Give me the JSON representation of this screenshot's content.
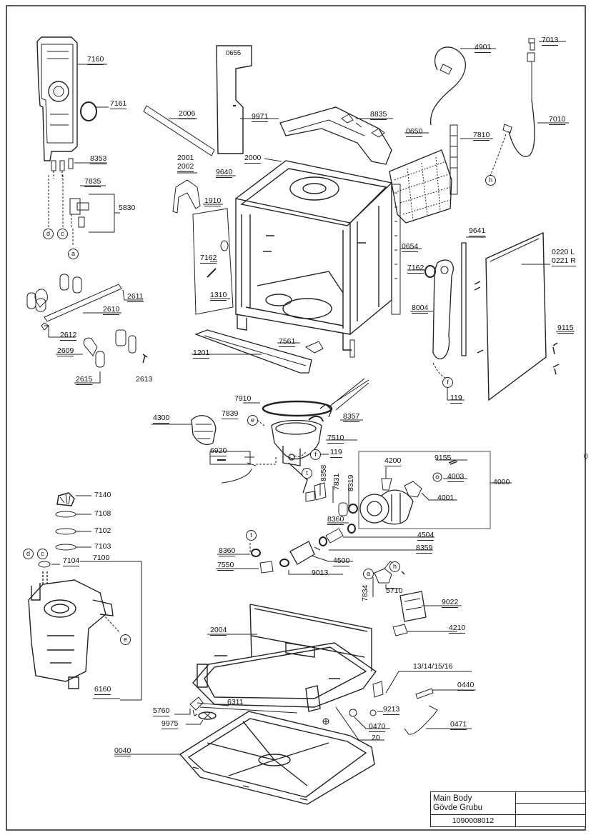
{
  "labels": {
    "l7160": "7160",
    "l7161": "7161",
    "l8353": "8353",
    "l7835": "7835",
    "l5830": "5830",
    "l2006": "2006",
    "l0655": "0655",
    "l9971": "9971",
    "l8835": "8835",
    "l4901": "4901",
    "l7013": "7013",
    "l7010": "7010",
    "l0650": "0650",
    "l7810": "7810",
    "l2001": "2001",
    "l2002": "2002",
    "l2000": "2000",
    "l9640": "9640",
    "l1910": "1910",
    "l7162a": "7162",
    "l1310": "1310",
    "l2611": "2611",
    "l2610": "2610",
    "l2612": "2612",
    "l2609": "2609",
    "l2615": "2615",
    "l2613": "2613",
    "l1201": "1201",
    "l7561": "7561",
    "l0654": "0654",
    "l7162b": "7162",
    "l8004": "8004",
    "l9641": "9641",
    "l0220": "0220 L",
    "l0221": "0221 R",
    "l9115": "9115",
    "l119a": "119",
    "l7910": "7910",
    "l4300": "4300",
    "l7839": "7839",
    "l8357": "8357",
    "l7510": "7510",
    "l6920": "6920",
    "l119b": "119",
    "l4200": "4200",
    "l9155": "9155",
    "l4003": "4003",
    "l4000": "4000",
    "l4001": "4001",
    "l8358": "8358",
    "l7831": "7831",
    "l8319": "8319",
    "l8360a": "8360",
    "l4504": "4504",
    "l8359": "8359",
    "l7140": "7140",
    "l7108": "7108",
    "l7102": "7102",
    "l7103": "7103",
    "l7104": "7104",
    "l7100": "7100",
    "l8360b": "8360",
    "l7550": "7550",
    "l9013": "9013",
    "l4500": "4500",
    "l7834": "7834",
    "l5710": "5710",
    "l9022": "9022",
    "l2004": "2004",
    "l4210": "4210",
    "l131416": "13/14/15/16",
    "l0440": "0440",
    "l6160": "6160",
    "l6311": "6311",
    "l5760": "5760",
    "l9213": "9213",
    "l9975": "9975",
    "l0470": "0470",
    "l0471": "0471",
    "l20": "20",
    "l0040": "0040"
  },
  "callouts": {
    "d1": "d",
    "c1": "c",
    "a1": "a",
    "h1": "h",
    "f1": "f",
    "e1": "e",
    "f2": "f",
    "t1": "t",
    "t2": "t",
    "d2": "d",
    "c2": "c",
    "e2": "e",
    "a2": "a",
    "h2": "h"
  },
  "stray_mark": "0",
  "title_block": {
    "title": "Main Body",
    "subtitle": "Gövde Grubu",
    "code": "1090008012"
  }
}
